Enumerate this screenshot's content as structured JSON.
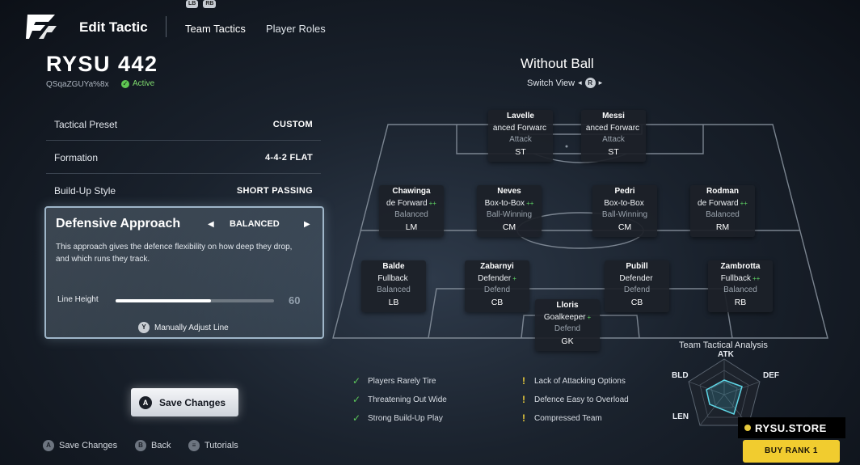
{
  "header": {
    "title": "Edit Tactic",
    "bumpers": [
      "LB",
      "RB"
    ],
    "tabs": [
      {
        "label": "Team Tactics"
      },
      {
        "label": "Player Roles"
      }
    ]
  },
  "tactic": {
    "name": "RYSU 442",
    "code": "QSqaZGUYa%8x",
    "status": "Active"
  },
  "settings": [
    {
      "label": "Tactical Preset",
      "value": "CUSTOM"
    },
    {
      "label": "Formation",
      "value": "4-4-2 FLAT"
    },
    {
      "label": "Build-Up Style",
      "value": "SHORT PASSING"
    }
  ],
  "defensive": {
    "title": "Defensive Approach",
    "value": "BALANCED",
    "description": "This approach gives the defence flexibility on how deep they drop, and which runs they track.",
    "line_height_label": "Line Height",
    "line_height_value": "60",
    "line_height_fraction": 0.6,
    "manual_button": "Y",
    "manual_label": "Manually Adjust Line"
  },
  "save_button": {
    "glyph": "A",
    "label": "Save Changes"
  },
  "footer": [
    {
      "glyph": "A",
      "label": "Save Changes"
    },
    {
      "glyph": "B",
      "label": "Back"
    },
    {
      "glyph": "≡",
      "label": "Tutorials"
    }
  ],
  "view": {
    "title": "Without Ball",
    "switch_label": "Switch View",
    "switch_glyph": "R"
  },
  "players": [
    {
      "name": "Lavelle",
      "role": "anced Forwarc",
      "focus": "Attack",
      "pos": "ST",
      "plus": ""
    },
    {
      "name": "Messi",
      "role": "anced Forwarc",
      "focus": "Attack",
      "pos": "ST",
      "plus": ""
    },
    {
      "name": "Chawinga",
      "role": "de Forward",
      "focus": "Balanced",
      "pos": "LM",
      "plus": "++"
    },
    {
      "name": "Neves",
      "role": "Box-to-Box",
      "focus": "Ball-Winning",
      "pos": "CM",
      "plus": "++"
    },
    {
      "name": "Pedri",
      "role": "Box-to-Box",
      "focus": "Ball-Winning",
      "pos": "CM",
      "plus": ""
    },
    {
      "name": "Rodman",
      "role": "de Forward",
      "focus": "Balanced",
      "pos": "RM",
      "plus": "++"
    },
    {
      "name": "Balde",
      "role": "Fullback",
      "focus": "Balanced",
      "pos": "LB",
      "plus": ""
    },
    {
      "name": "Zabarnyi",
      "role": "Defender",
      "focus": "Defend",
      "pos": "CB",
      "plus": "+"
    },
    {
      "name": "Pubill",
      "role": "Defender",
      "focus": "Defend",
      "pos": "CB",
      "plus": ""
    },
    {
      "name": "Zambrotta",
      "role": "Fullback",
      "focus": "Balanced",
      "pos": "RB",
      "plus": "++"
    },
    {
      "name": "Lloris",
      "role": "Goalkeeper",
      "focus": "Defend",
      "pos": "GK",
      "plus": "+"
    }
  ],
  "strengths": [
    "Players Rarely Tire",
    "Threatening Out Wide",
    "Strong Build-Up Play"
  ],
  "weaknesses": [
    "Lack of Attacking Options",
    "Defence Easy to Overload",
    "Compressed Team"
  ],
  "analysis": {
    "title": "Team Tactical Analysis",
    "axes": [
      "ATK",
      "DEF",
      "LEN",
      "BLD"
    ]
  },
  "colors": {
    "accent": "#5fc753",
    "warning": "#e7c93c",
    "pitch_line": "#8c96a2",
    "card_bg": "#1c2128"
  },
  "promo": {
    "store": "RYSU.STORE",
    "button": "BUY RANK 1"
  }
}
